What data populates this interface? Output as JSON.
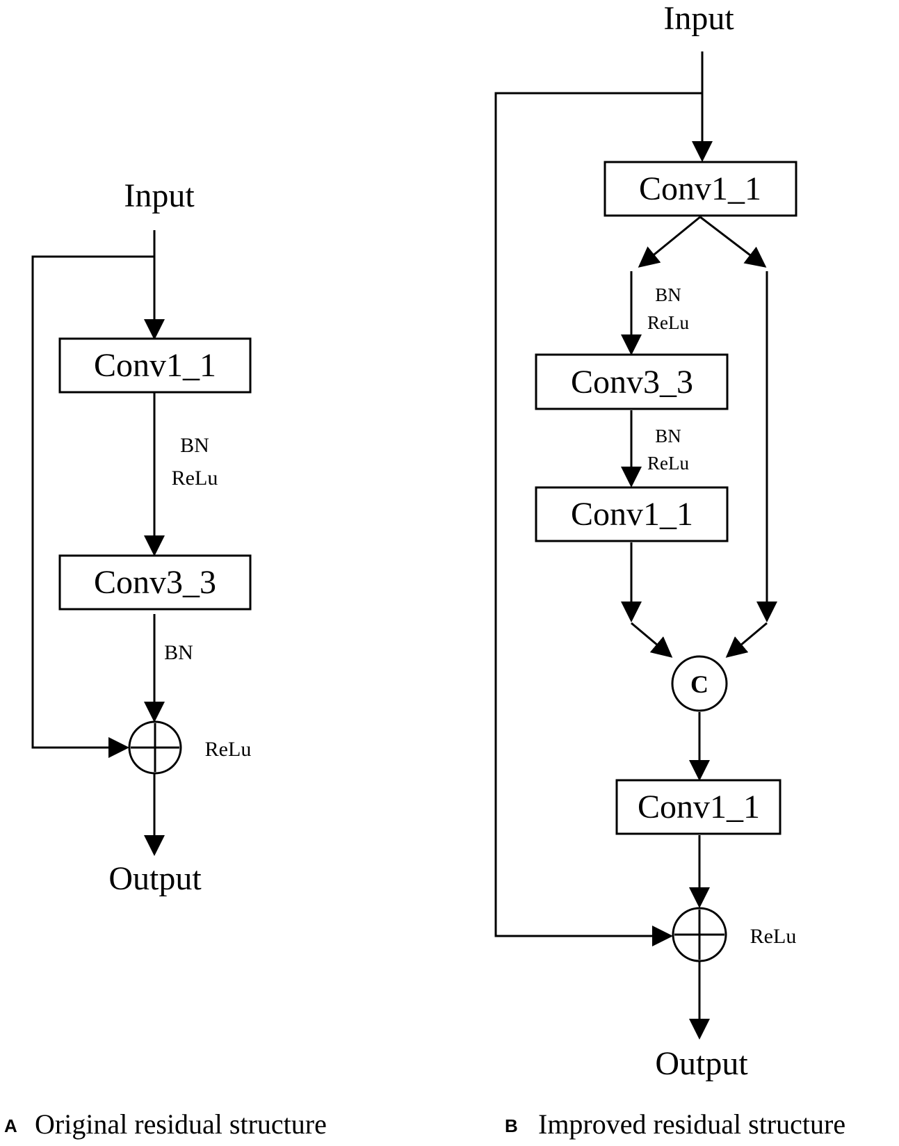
{
  "panel_a": {
    "letter": "A",
    "caption": "Original residual structure",
    "input_label": "Input",
    "output_label": "Output",
    "box_conv1": "Conv1_1",
    "box_conv3": "Conv3_3",
    "bn_label_1": "BN",
    "relu_label_1": "ReLu",
    "bn_label_2": "BN",
    "relu_after_add": "ReLu"
  },
  "panel_b": {
    "letter": "B",
    "caption": "Improved residual structure",
    "input_label": "Input",
    "output_label": "Output",
    "box_conv1_top": "Conv1_1",
    "box_conv3": "Conv3_3",
    "box_conv1_mid": "Conv1_1",
    "box_conv1_bottom": "Conv1_1",
    "bn_label_1": "BN",
    "relu_label_1": "ReLu",
    "bn_label_2": "BN",
    "relu_label_2": "ReLu",
    "concat_symbol": "C",
    "relu_after_add": "ReLu"
  }
}
